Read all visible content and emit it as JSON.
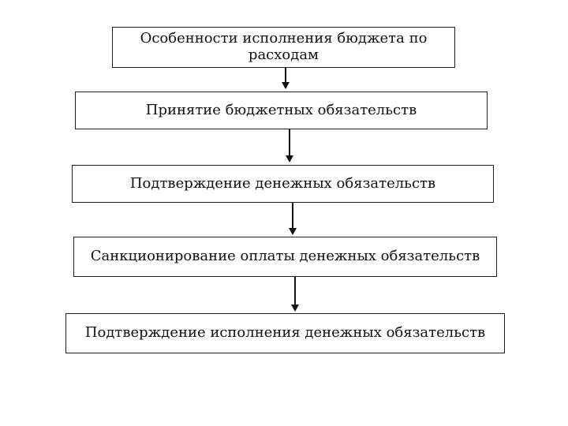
{
  "diagram": {
    "type": "flowchart",
    "direction": "top-down",
    "language": "ru",
    "nodes": [
      {
        "id": "budget-execution-features",
        "label": "Особенности исполнения бюджета по расходам"
      },
      {
        "id": "budget-obligations-acceptance",
        "label": "Принятие бюджетных обязательств"
      },
      {
        "id": "monetary-obligations-confirmation",
        "label": "Подтверждение денежных обязательств"
      },
      {
        "id": "payment-authorization",
        "label": "Санкционирование оплаты денежных обязательств"
      },
      {
        "id": "execution-confirmation",
        "label": "Подтверждение исполнения денежных обязательств"
      }
    ],
    "edges": [
      {
        "from": "budget-execution-features",
        "to": "budget-obligations-acceptance"
      },
      {
        "from": "budget-obligations-acceptance",
        "to": "monetary-obligations-confirmation"
      },
      {
        "from": "monetary-obligations-confirmation",
        "to": "payment-authorization"
      },
      {
        "from": "payment-authorization",
        "to": "execution-confirmation"
      }
    ],
    "colors": {
      "background": "#ffffff",
      "node_fill": "#ffffff",
      "node_border": "#1f1f1f",
      "text": "#111111",
      "arrow": "#111111"
    }
  }
}
